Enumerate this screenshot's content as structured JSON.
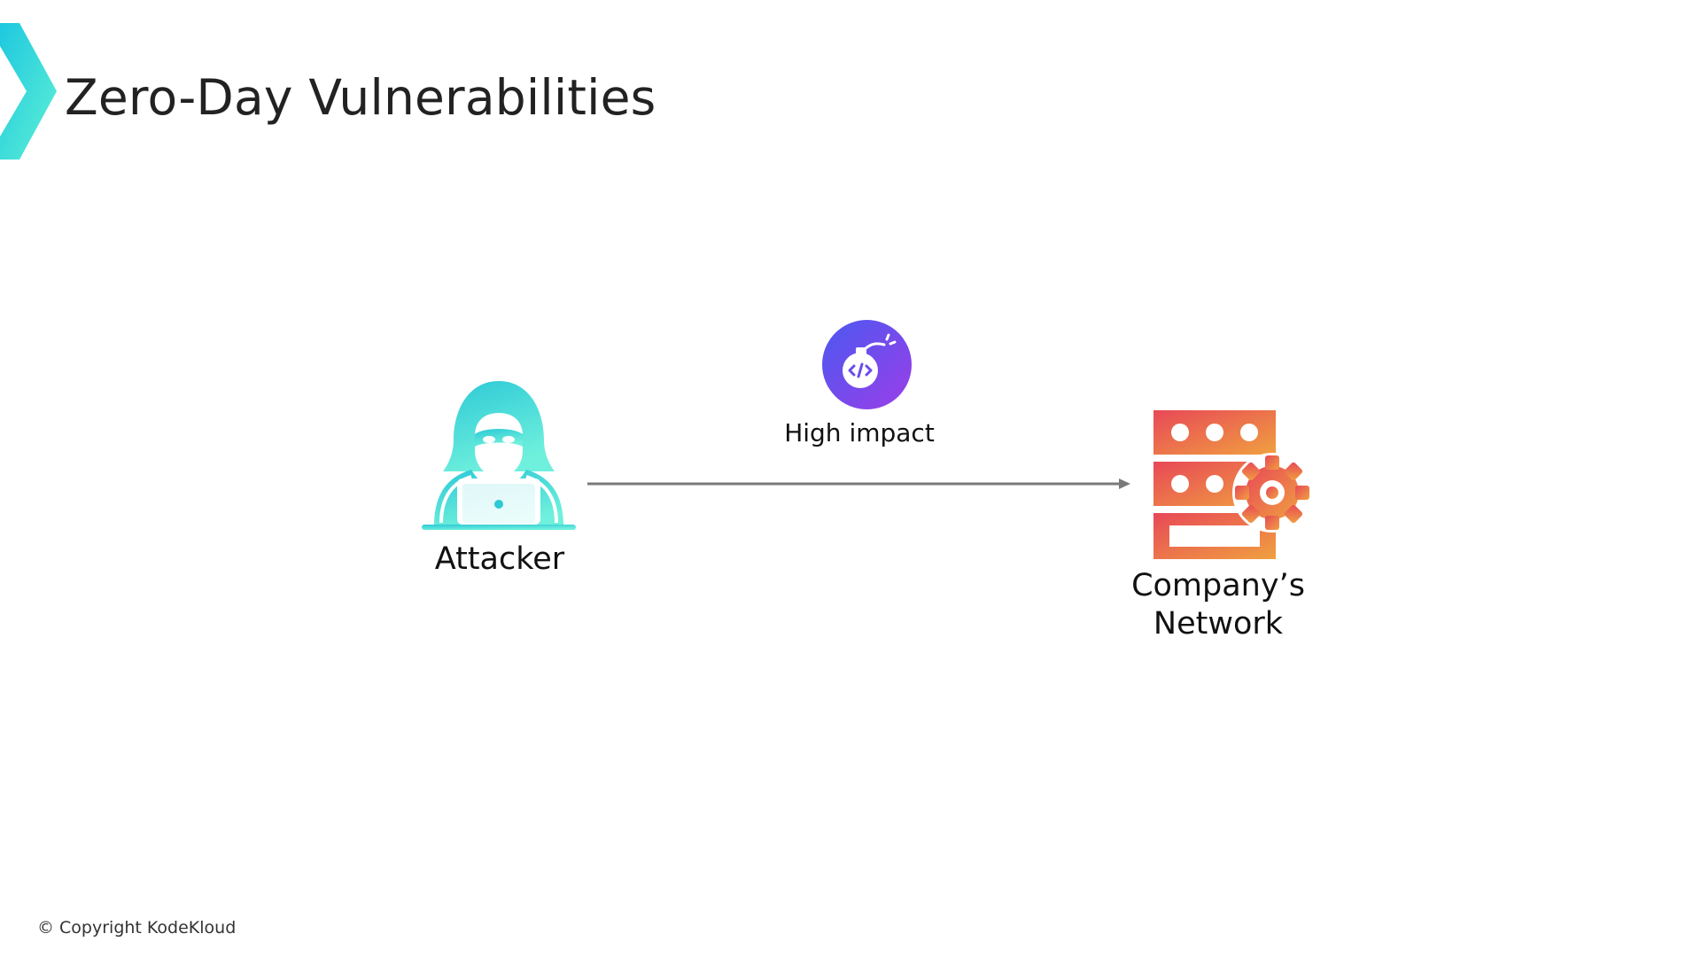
{
  "slide": {
    "title": "Zero-Day Vulnerabilities",
    "accent_gradient": [
      "#1ec8e0",
      "#5ef0d4"
    ],
    "footer": "© Copyright KodeKloud"
  },
  "diagram": {
    "source": {
      "label": "Attacker",
      "icon": "hooded-hacker-laptop-icon",
      "color": "#4fd8dc"
    },
    "edge": {
      "label": "High impact",
      "icon": "code-bomb-icon",
      "badge_colors": [
        "#4b59f0",
        "#9b3ee8"
      ],
      "arrow_color": "#7a7a7a"
    },
    "target": {
      "label": "Company’s Network",
      "icon": "server-gear-icon",
      "colors": [
        "#e84857",
        "#f0a040"
      ]
    }
  }
}
